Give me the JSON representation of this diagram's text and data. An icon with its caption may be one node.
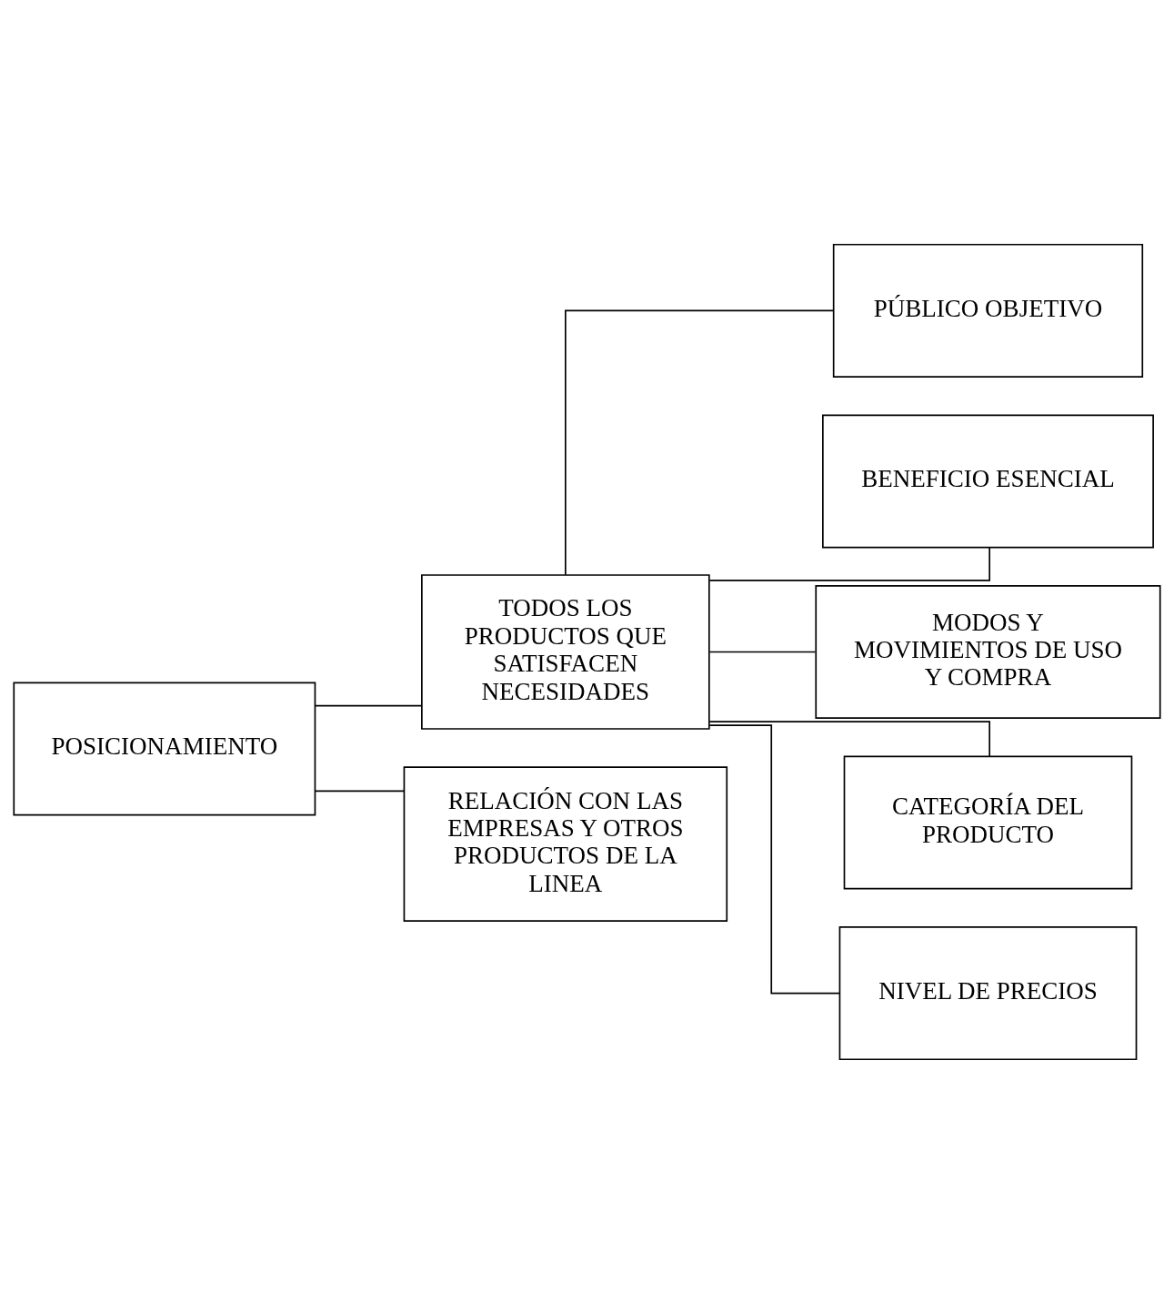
{
  "diagram": {
    "nodes": [
      {
        "text": [
          "POSICIONAMIENTO"
        ]
      },
      {
        "text": [
          "TODOS LOS PRODUCTOS QUE SATISFACEN NECESIDADES"
        ]
      },
      {
        "text": [
          "PÚBLICO OBJETIVO"
        ]
      },
      {
        "text": [
          "BENEFICIO ESENCIAL"
        ]
      },
      {
        "text": [
          "MODOS Y MOVIMIENTOS DE USO Y COMPRA"
        ]
      },
      {
        "text": [
          "CATEGORÍA DEL PRODUCTO"
        ]
      },
      {
        "text": [
          "NIVEL DE PRECIOS"
        ]
      },
      {
        "text": [
          "RELACIÓN CON LAS EMPRESAS Y OTROS PRODUCTOS DE LA LINEA"
        ]
      }
    ],
    "edges": [
      {
        "from": 0,
        "to": 1,
        "arrow": "none"
      },
      {
        "from": 0,
        "to": 7,
        "arrow": "none"
      },
      {
        "from": 1,
        "to": 2,
        "arrow": "none"
      },
      {
        "from": 1,
        "to": 3,
        "arrow": "none"
      },
      {
        "from": 1,
        "to": 4,
        "arrow": "none"
      },
      {
        "from": 1,
        "to": 5,
        "arrow": "none"
      },
      {
        "from": 1,
        "to": 6,
        "arrow": "none"
      }
    ]
  }
}
